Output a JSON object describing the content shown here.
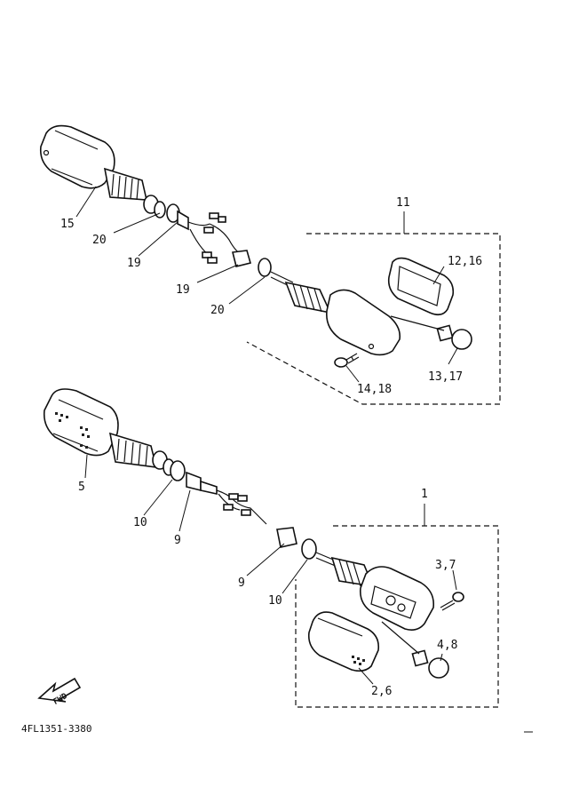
{
  "callouts": {
    "c15": "15",
    "c20a": "20",
    "c19a": "19",
    "c19b": "19",
    "c20b": "20",
    "c11": "11",
    "c12_16": "12,16",
    "c13_17": "13,17",
    "c14_18": "14,18",
    "c5": "5",
    "c10a": "10",
    "c9a": "9",
    "c9b": "9",
    "c10b": "10",
    "c1": "1",
    "c3_7": "3,7",
    "c4_8": "4,8",
    "c2_6": "2,6"
  },
  "fwd_label": "FWD",
  "drawing_code": "4FL1351-3380",
  "colors": {
    "ink": "#111111",
    "paper": "#ffffff"
  }
}
